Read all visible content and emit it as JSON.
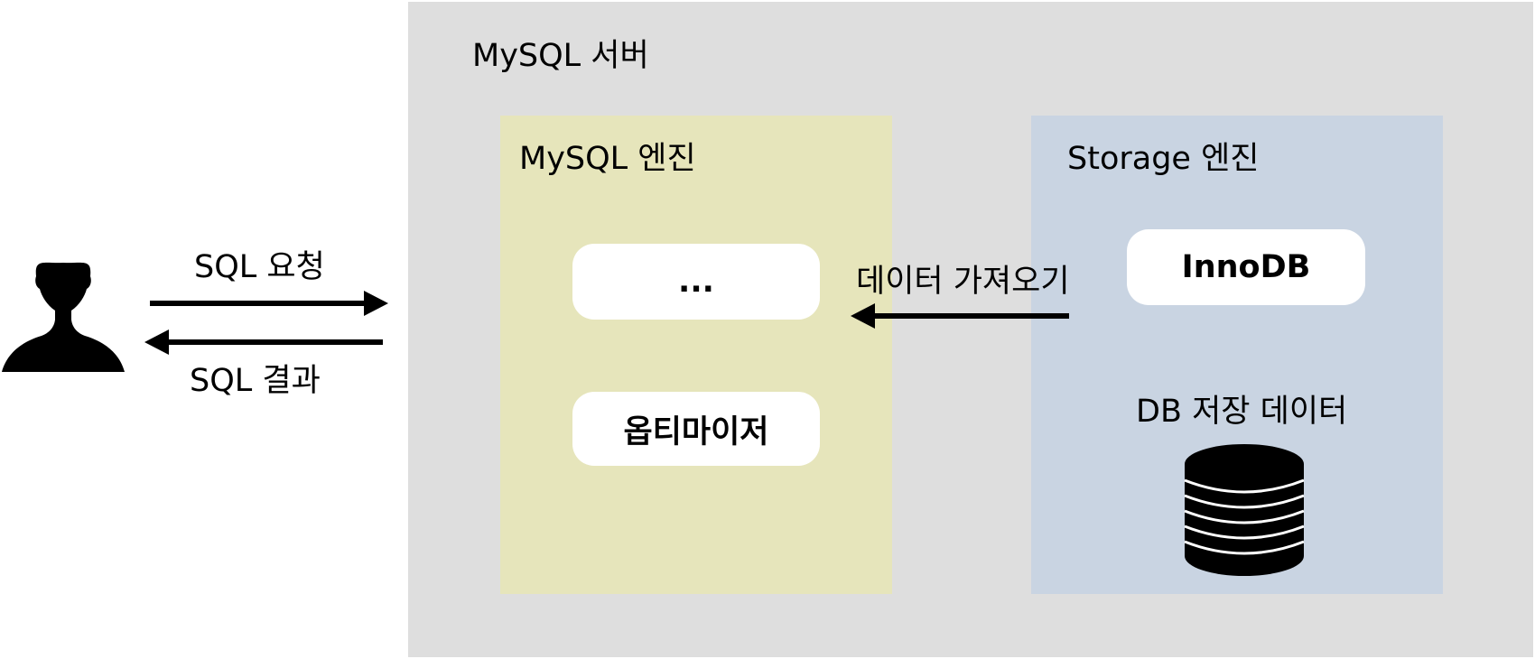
{
  "server": {
    "title": "MySQL 서버"
  },
  "mysql_engine": {
    "title": "MySQL 엔진",
    "modules": [
      "...",
      "옵티마이저"
    ]
  },
  "storage_engine": {
    "title": "Storage 엔진",
    "module": "InnoDB",
    "db_label": "DB 저장 데이터"
  },
  "arrows": {
    "request": "SQL 요청",
    "result": "SQL 결과",
    "fetch": "데이터 가져오기"
  },
  "icons": {
    "user": "user-silhouette-icon",
    "database": "database-cylinder-icon"
  },
  "colors": {
    "server_bg": "#dedede",
    "mysql_engine_bg": "#e6e5bb",
    "storage_engine_bg": "#c9d4e2",
    "module_bg": "#ffffff"
  }
}
